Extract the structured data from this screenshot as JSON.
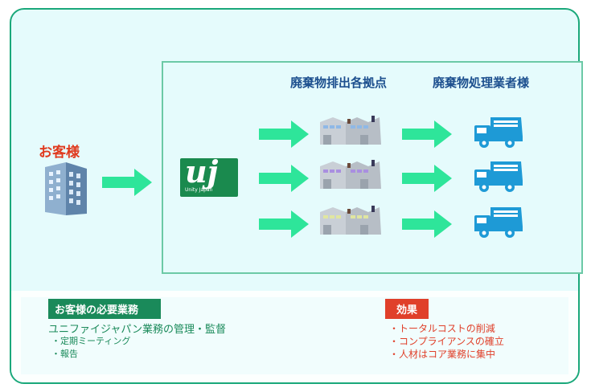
{
  "customer": {
    "label": "お客様"
  },
  "company": {
    "logo_text": "uj",
    "logo_caption": "Unity Japan"
  },
  "headers": {
    "sites": "廃棄物排出各拠点",
    "processors": "廃棄物処理業者様"
  },
  "customer_tasks": {
    "title": "お客様の必要業務",
    "main": "ユニファイジャパン業務の管理・監督",
    "items": [
      "・定期ミーティング",
      "・報告"
    ]
  },
  "effects": {
    "title": "効果",
    "items": [
      "・トータルコストの削減",
      "・コンプライアンスの確立",
      "・人材はコア業務に集中"
    ]
  },
  "colors": {
    "arrow": "#2ee59a",
    "truck": "#1e9ad6",
    "frame": "#1aa87a",
    "building": "#6a8fb3"
  },
  "rows": [
    {
      "factory_window": "#8fb8e6"
    },
    {
      "factory_window": "#a98fe0"
    },
    {
      "factory_window": "#e0e6a0"
    }
  ]
}
